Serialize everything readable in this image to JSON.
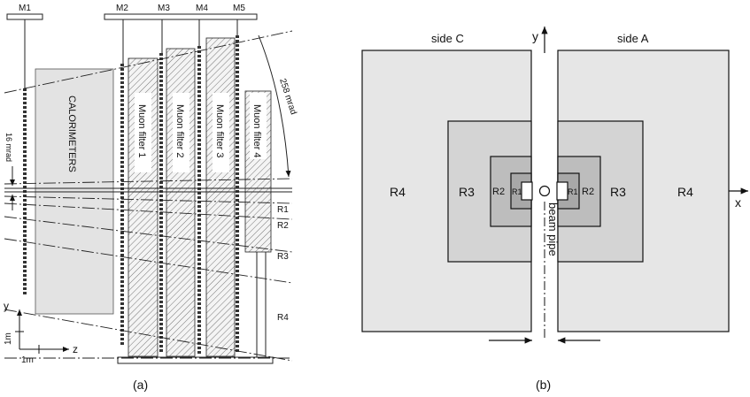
{
  "panel_a": {
    "stations": [
      "M1",
      "M2",
      "M3",
      "M4",
      "M5"
    ],
    "calorimeters": "CALORIMETERS",
    "filters": [
      "Muon filter 1",
      "Muon filter 2",
      "Muon filter 3",
      "Muon filter 4"
    ],
    "angle_outer": "258 mrad",
    "angle_inner": "16 mrad",
    "regions": [
      "R1",
      "R2",
      "R3",
      "R4"
    ],
    "axis_y": "y",
    "axis_z": "z",
    "scale_y": "1m",
    "scale_z": "1m",
    "caption": "(a)"
  },
  "panel_b": {
    "side_c": "side C",
    "side_a": "side A",
    "axis_y": "y",
    "axis_x": "x",
    "left_regions": [
      "R4",
      "R3",
      "R2",
      "R1"
    ],
    "right_regions": [
      "R1",
      "R2",
      "R3",
      "R4"
    ],
    "beam_pipe": "beam pipe",
    "caption": "(b)"
  },
  "colors": {
    "r4_fill": "#e6e6e6",
    "r3_fill": "#d4d4d4",
    "r2_fill": "#bdbdbd",
    "r1_fill": "#ffffff",
    "calorimeter_fill": "#e3e3e3"
  }
}
